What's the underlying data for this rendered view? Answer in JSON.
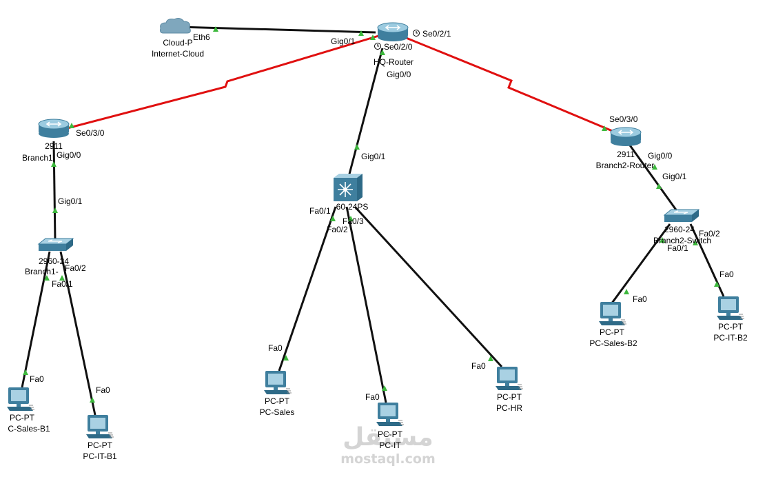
{
  "colors": {
    "ethernet_link": "#111111",
    "serial_link": "#e01010",
    "port_up": "#3db83d",
    "device_body": "#4a8aa8",
    "device_top": "#a9d1e3"
  },
  "devices": {
    "cloud": {
      "icon": "cloud-icon",
      "type_label": "Cloud-P",
      "name": "Internet-Cloud"
    },
    "hq_router": {
      "icon": "router-icon",
      "name": "HQ-Router"
    },
    "branch1_router": {
      "icon": "router-icon",
      "type_label": "2911",
      "name": "Branch1"
    },
    "branch2_router": {
      "icon": "router-icon",
      "type_label": "2911",
      "name": "Branch2-Router"
    },
    "hq_switch": {
      "icon": "multilayer-switch-icon",
      "type_label": "60-24PS",
      "name": ""
    },
    "branch1_switch": {
      "icon": "switch-icon",
      "type_label": "2960-24",
      "name": "Branch1-"
    },
    "branch2_switch": {
      "icon": "switch-icon",
      "type_label": "2960-24",
      "name": "Branch2-Switch"
    },
    "pc_sales_b1": {
      "icon": "pc-icon",
      "type_label": "PC-PT",
      "name": "C-Sales-B1"
    },
    "pc_it_b1": {
      "icon": "pc-icon",
      "type_label": "PC-PT",
      "name": "PC-IT-B1"
    },
    "pc_sales": {
      "icon": "pc-icon",
      "type_label": "PC-PT",
      "name": "PC-Sales"
    },
    "pc_it": {
      "icon": "pc-icon",
      "type_label": "PC-PT",
      "name": "PC-IT"
    },
    "pc_hr": {
      "icon": "pc-icon",
      "type_label": "PC-PT",
      "name": "PC-HR"
    },
    "pc_sales_b2": {
      "icon": "pc-icon",
      "type_label": "PC-PT",
      "name": "PC-Sales-B2"
    },
    "pc_it_b2": {
      "icon": "pc-icon",
      "type_label": "PC-PT",
      "name": "PC-IT-B2"
    }
  },
  "ports": {
    "eth6": "Eth6",
    "hq_gig0_1": "Gig0/1",
    "hq_se0_2_1": "Se0/2/1",
    "hq_se0_2_0": "Se0/2/0",
    "hq_gig0_0": "Gig0/0",
    "b1_se0_3_0": "Se0/3/0",
    "b1_gig0_0": "Gig0/0",
    "b1sw_gig0_1": "Gig0/1",
    "b1sw_fa0_2": "Fa0/2",
    "b1sw_fa0_1": "Fa0/1",
    "pc_sales_b1_fa0": "Fa0",
    "pc_it_b1_fa0": "Fa0",
    "hqsw_gig0_1": "Gig0/1",
    "hqsw_fa0_1": "Fa0/1",
    "hqsw_fa0_3": "Fa0/3",
    "hqsw_fa0_2": "Fa0/2",
    "pc_sales_fa0": "Fa0",
    "pc_it_fa0": "Fa0",
    "pc_hr_fa0": "Fa0",
    "b2_se0_3_0": "Se0/3/0",
    "b2_gig0_0": "Gig0/0",
    "b2sw_gig0_1": "Gig0/1",
    "b2sw_fa0_2": "Fa0/2",
    "b2sw_fa0_1": "Fa0/1",
    "pc_sales_b2_fa0": "Fa0",
    "pc_it_b2_fa0": "Fa0"
  },
  "watermark": {
    "arabic": "مستقل",
    "latin": "mostaql.com"
  }
}
